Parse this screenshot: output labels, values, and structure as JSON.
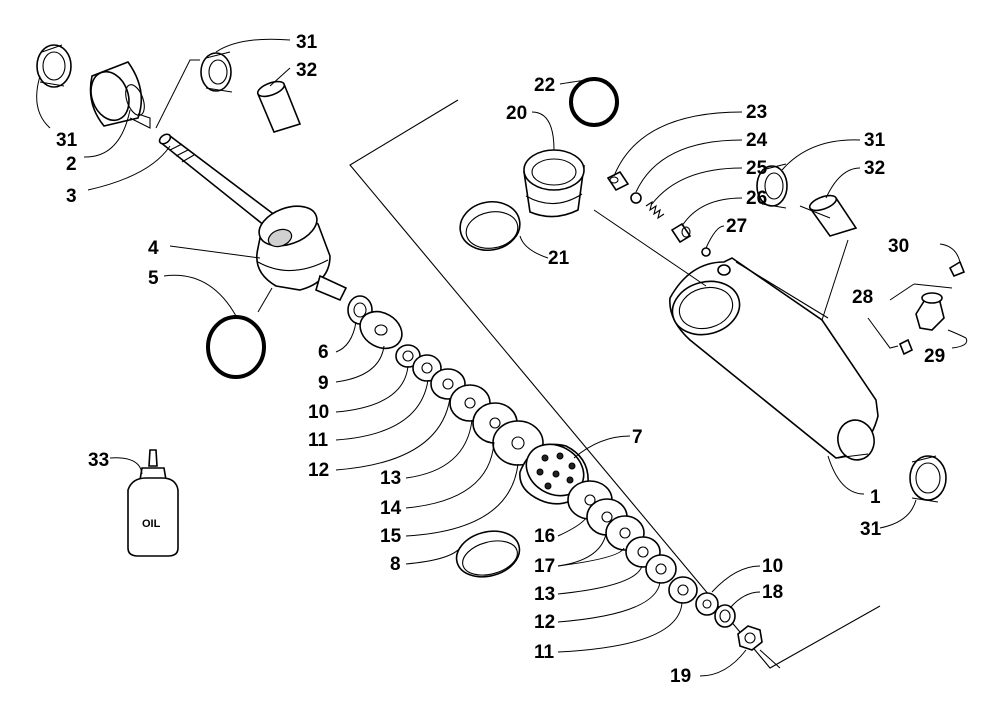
{
  "diagram": {
    "callouts": [
      {
        "id": "c31a",
        "text": "31"
      },
      {
        "id": "c2",
        "text": "2"
      },
      {
        "id": "c3",
        "text": "3"
      },
      {
        "id": "c31b",
        "text": "31"
      },
      {
        "id": "c32a",
        "text": "32"
      },
      {
        "id": "c4",
        "text": "4"
      },
      {
        "id": "c5",
        "text": "5"
      },
      {
        "id": "c6",
        "text": "6"
      },
      {
        "id": "c9",
        "text": "9"
      },
      {
        "id": "c10a",
        "text": "10"
      },
      {
        "id": "c11a",
        "text": "11"
      },
      {
        "id": "c12a",
        "text": "12"
      },
      {
        "id": "c13a",
        "text": "13"
      },
      {
        "id": "c14",
        "text": "14"
      },
      {
        "id": "c15",
        "text": "15"
      },
      {
        "id": "c8",
        "text": "8"
      },
      {
        "id": "c7",
        "text": "7"
      },
      {
        "id": "c16",
        "text": "16"
      },
      {
        "id": "c17",
        "text": "17"
      },
      {
        "id": "c13b",
        "text": "13"
      },
      {
        "id": "c12b",
        "text": "12"
      },
      {
        "id": "c11b",
        "text": "11"
      },
      {
        "id": "c10b",
        "text": "10"
      },
      {
        "id": "c18",
        "text": "18"
      },
      {
        "id": "c19",
        "text": "19"
      },
      {
        "id": "c22",
        "text": "22"
      },
      {
        "id": "c20",
        "text": "20"
      },
      {
        "id": "c21",
        "text": "21"
      },
      {
        "id": "c23",
        "text": "23"
      },
      {
        "id": "c24",
        "text": "24"
      },
      {
        "id": "c25",
        "text": "25"
      },
      {
        "id": "c26",
        "text": "26"
      },
      {
        "id": "c27",
        "text": "27"
      },
      {
        "id": "c31c",
        "text": "31"
      },
      {
        "id": "c32b",
        "text": "32"
      },
      {
        "id": "c30",
        "text": "30"
      },
      {
        "id": "c28",
        "text": "28"
      },
      {
        "id": "c29",
        "text": "29"
      },
      {
        "id": "c1",
        "text": "1"
      },
      {
        "id": "c31d",
        "text": "31"
      },
      {
        "id": "c33",
        "text": "33"
      }
    ],
    "oil_bottle_label": "OIL"
  }
}
